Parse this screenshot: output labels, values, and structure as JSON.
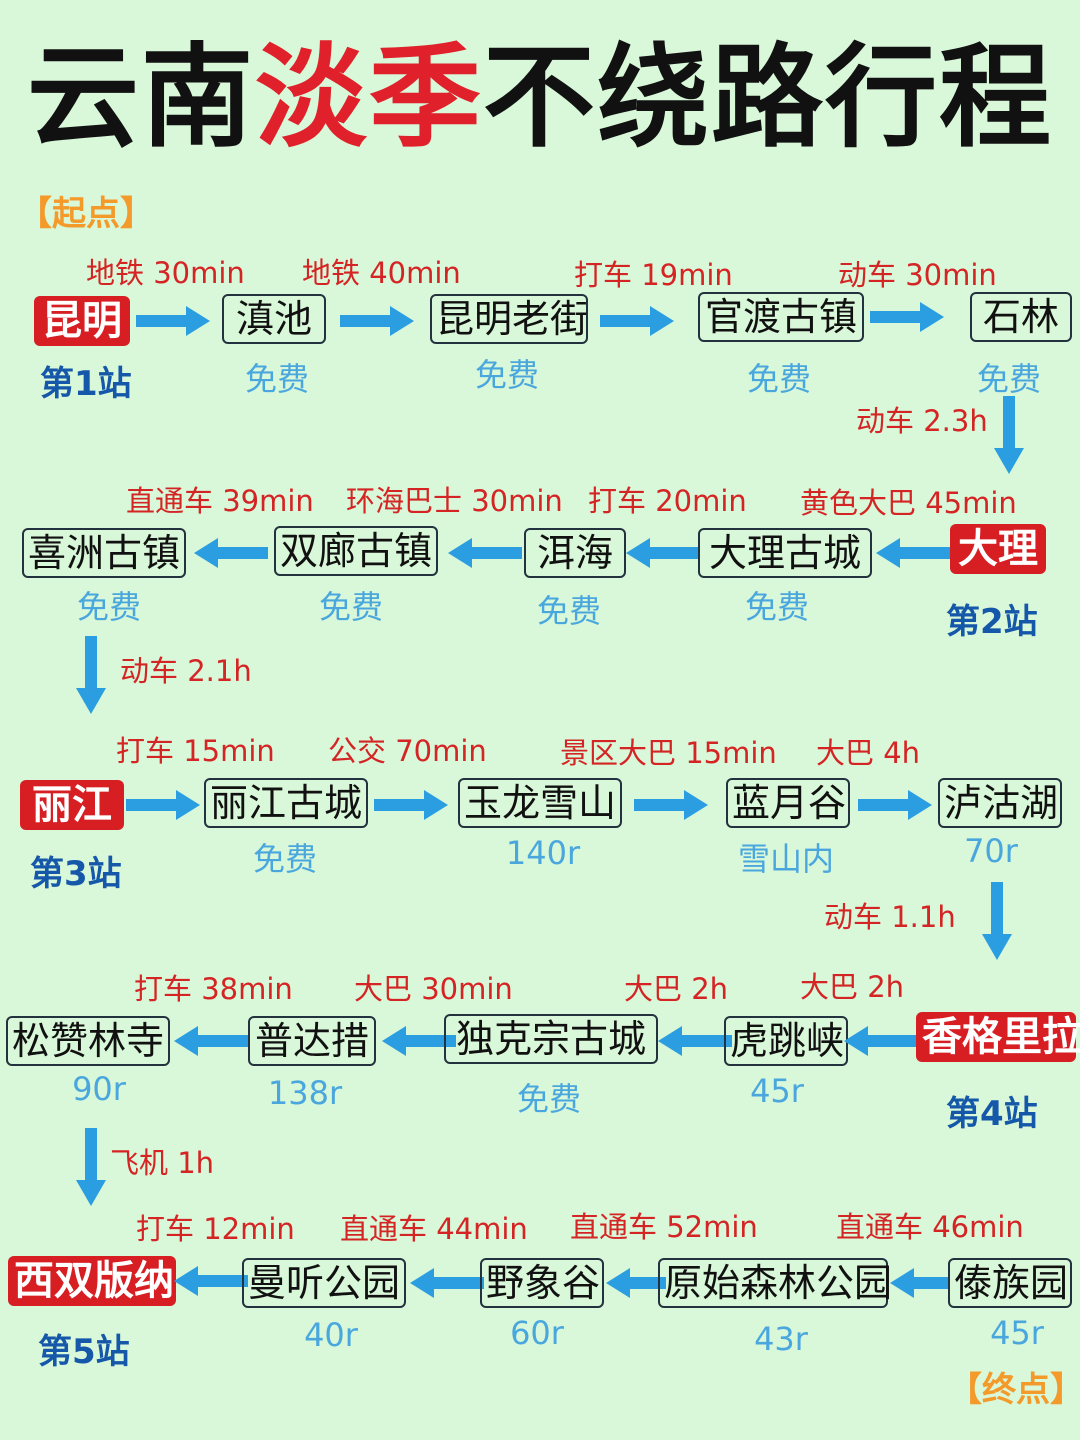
{
  "title": {
    "part1": "云南",
    "part2": "淡季",
    "part3": "不绕路行程"
  },
  "markers": {
    "start": "【起点】",
    "end": "【终点】"
  },
  "colors": {
    "accent_red": "#d61e23",
    "transit_red": "#d42424",
    "price_blue": "#4aa7de",
    "station_blue": "#1557a8",
    "arrow_blue": "#2a9ee0",
    "background": "#d9f7d9"
  },
  "icons": {
    "right": "arrow-right-icon",
    "left": "arrow-left-icon",
    "down": "arrow-down-icon"
  },
  "row1": {
    "city": "昆明",
    "station": "第1站",
    "transits": [
      "地铁 30min",
      "地铁 40min",
      "打车 19min",
      "动车 30min"
    ],
    "stops": [
      {
        "name": "滇池",
        "price": "免费"
      },
      {
        "name": "昆明老街",
        "price": "免费"
      },
      {
        "name": "官渡古镇",
        "price": "免费"
      },
      {
        "name": "石林",
        "price": "免费"
      }
    ],
    "down_transit": "动车 2.3h"
  },
  "row2": {
    "city": "大理",
    "station": "第2站",
    "transits": [
      "直通车 39min",
      "环海巴士 30min",
      "打车 20min",
      "黄色大巴 45min"
    ],
    "stops": [
      {
        "name": "喜洲古镇",
        "price": "免费"
      },
      {
        "name": "双廊古镇",
        "price": "免费"
      },
      {
        "name": "洱海",
        "price": "免费"
      },
      {
        "name": "大理古城",
        "price": "免费"
      }
    ],
    "down_transit": "动车 2.1h"
  },
  "row3": {
    "city": "丽江",
    "station": "第3站",
    "transits": [
      "打车 15min",
      "公交 70min",
      "景区大巴 15min",
      "大巴 4h"
    ],
    "stops": [
      {
        "name": "丽江古城",
        "price": "免费"
      },
      {
        "name": "玉龙雪山",
        "price": "140r"
      },
      {
        "name": "蓝月谷",
        "price": "雪山内"
      },
      {
        "name": "泸沽湖",
        "price": "70r"
      }
    ],
    "down_transit": "动车 1.1h"
  },
  "row4": {
    "city": "香格里拉",
    "station": "第4站",
    "transits": [
      "打车 38min",
      "大巴 30min",
      "大巴 2h",
      "大巴 2h"
    ],
    "stops": [
      {
        "name": "松赞林寺",
        "price": "90r"
      },
      {
        "name": "普达措",
        "price": "138r"
      },
      {
        "name": "独克宗古城",
        "price": "免费"
      },
      {
        "name": "虎跳峡",
        "price": "45r"
      }
    ],
    "down_transit": "飞机 1h"
  },
  "row5": {
    "city": "西双版纳",
    "station": "第5站",
    "transits": [
      "打车 12min",
      "直通车 44min",
      "直通车 52min",
      "直通车 46min"
    ],
    "stops": [
      {
        "name": "曼听公园",
        "price": "40r"
      },
      {
        "name": "野象谷",
        "price": "60r"
      },
      {
        "name": "原始森林公园",
        "price": "43r"
      },
      {
        "name": "傣族园",
        "price": "45r"
      }
    ]
  }
}
